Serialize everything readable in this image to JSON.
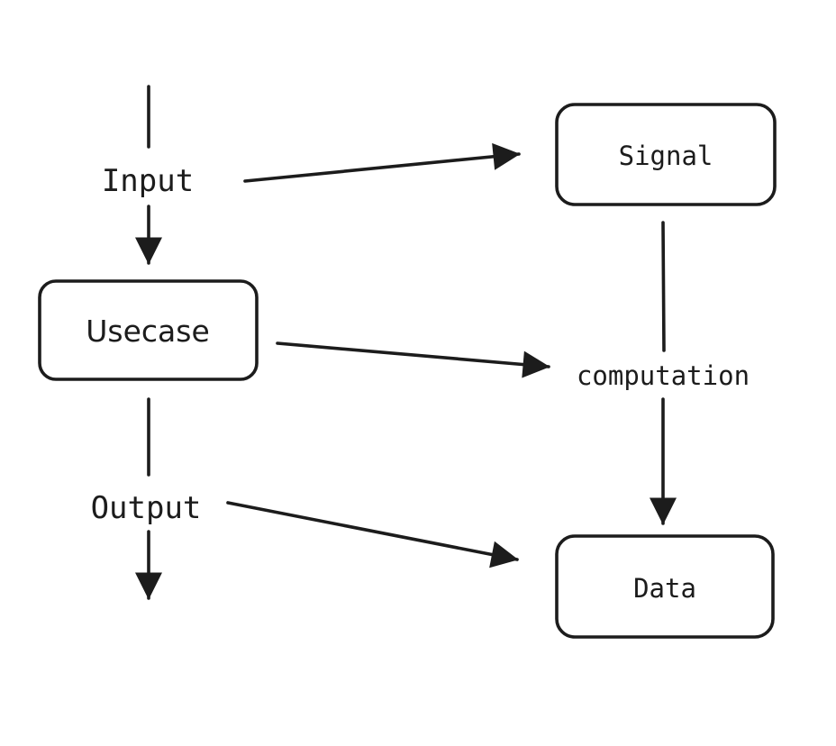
{
  "diagram": {
    "ink_color": "#1c1c1c",
    "background_color": "#ffffff",
    "labels": {
      "input": "Input",
      "usecase": "Usecase",
      "output": "Output",
      "signal": "Signal",
      "computation": "computation",
      "data": "Data"
    },
    "edges": [
      {
        "from": "start",
        "to": "Input",
        "style": "line"
      },
      {
        "from": "Input",
        "to": "Usecase",
        "style": "arrow"
      },
      {
        "from": "Input",
        "to": "Signal",
        "style": "arrow"
      },
      {
        "from": "Usecase",
        "to": "Output",
        "style": "line"
      },
      {
        "from": "Usecase",
        "to": "computation",
        "style": "arrow"
      },
      {
        "from": "Output",
        "to": "end",
        "style": "arrow"
      },
      {
        "from": "Output",
        "to": "Data",
        "style": "arrow"
      },
      {
        "from": "Signal",
        "to": "computation",
        "style": "line"
      },
      {
        "from": "computation",
        "to": "Data",
        "style": "arrow"
      }
    ]
  }
}
